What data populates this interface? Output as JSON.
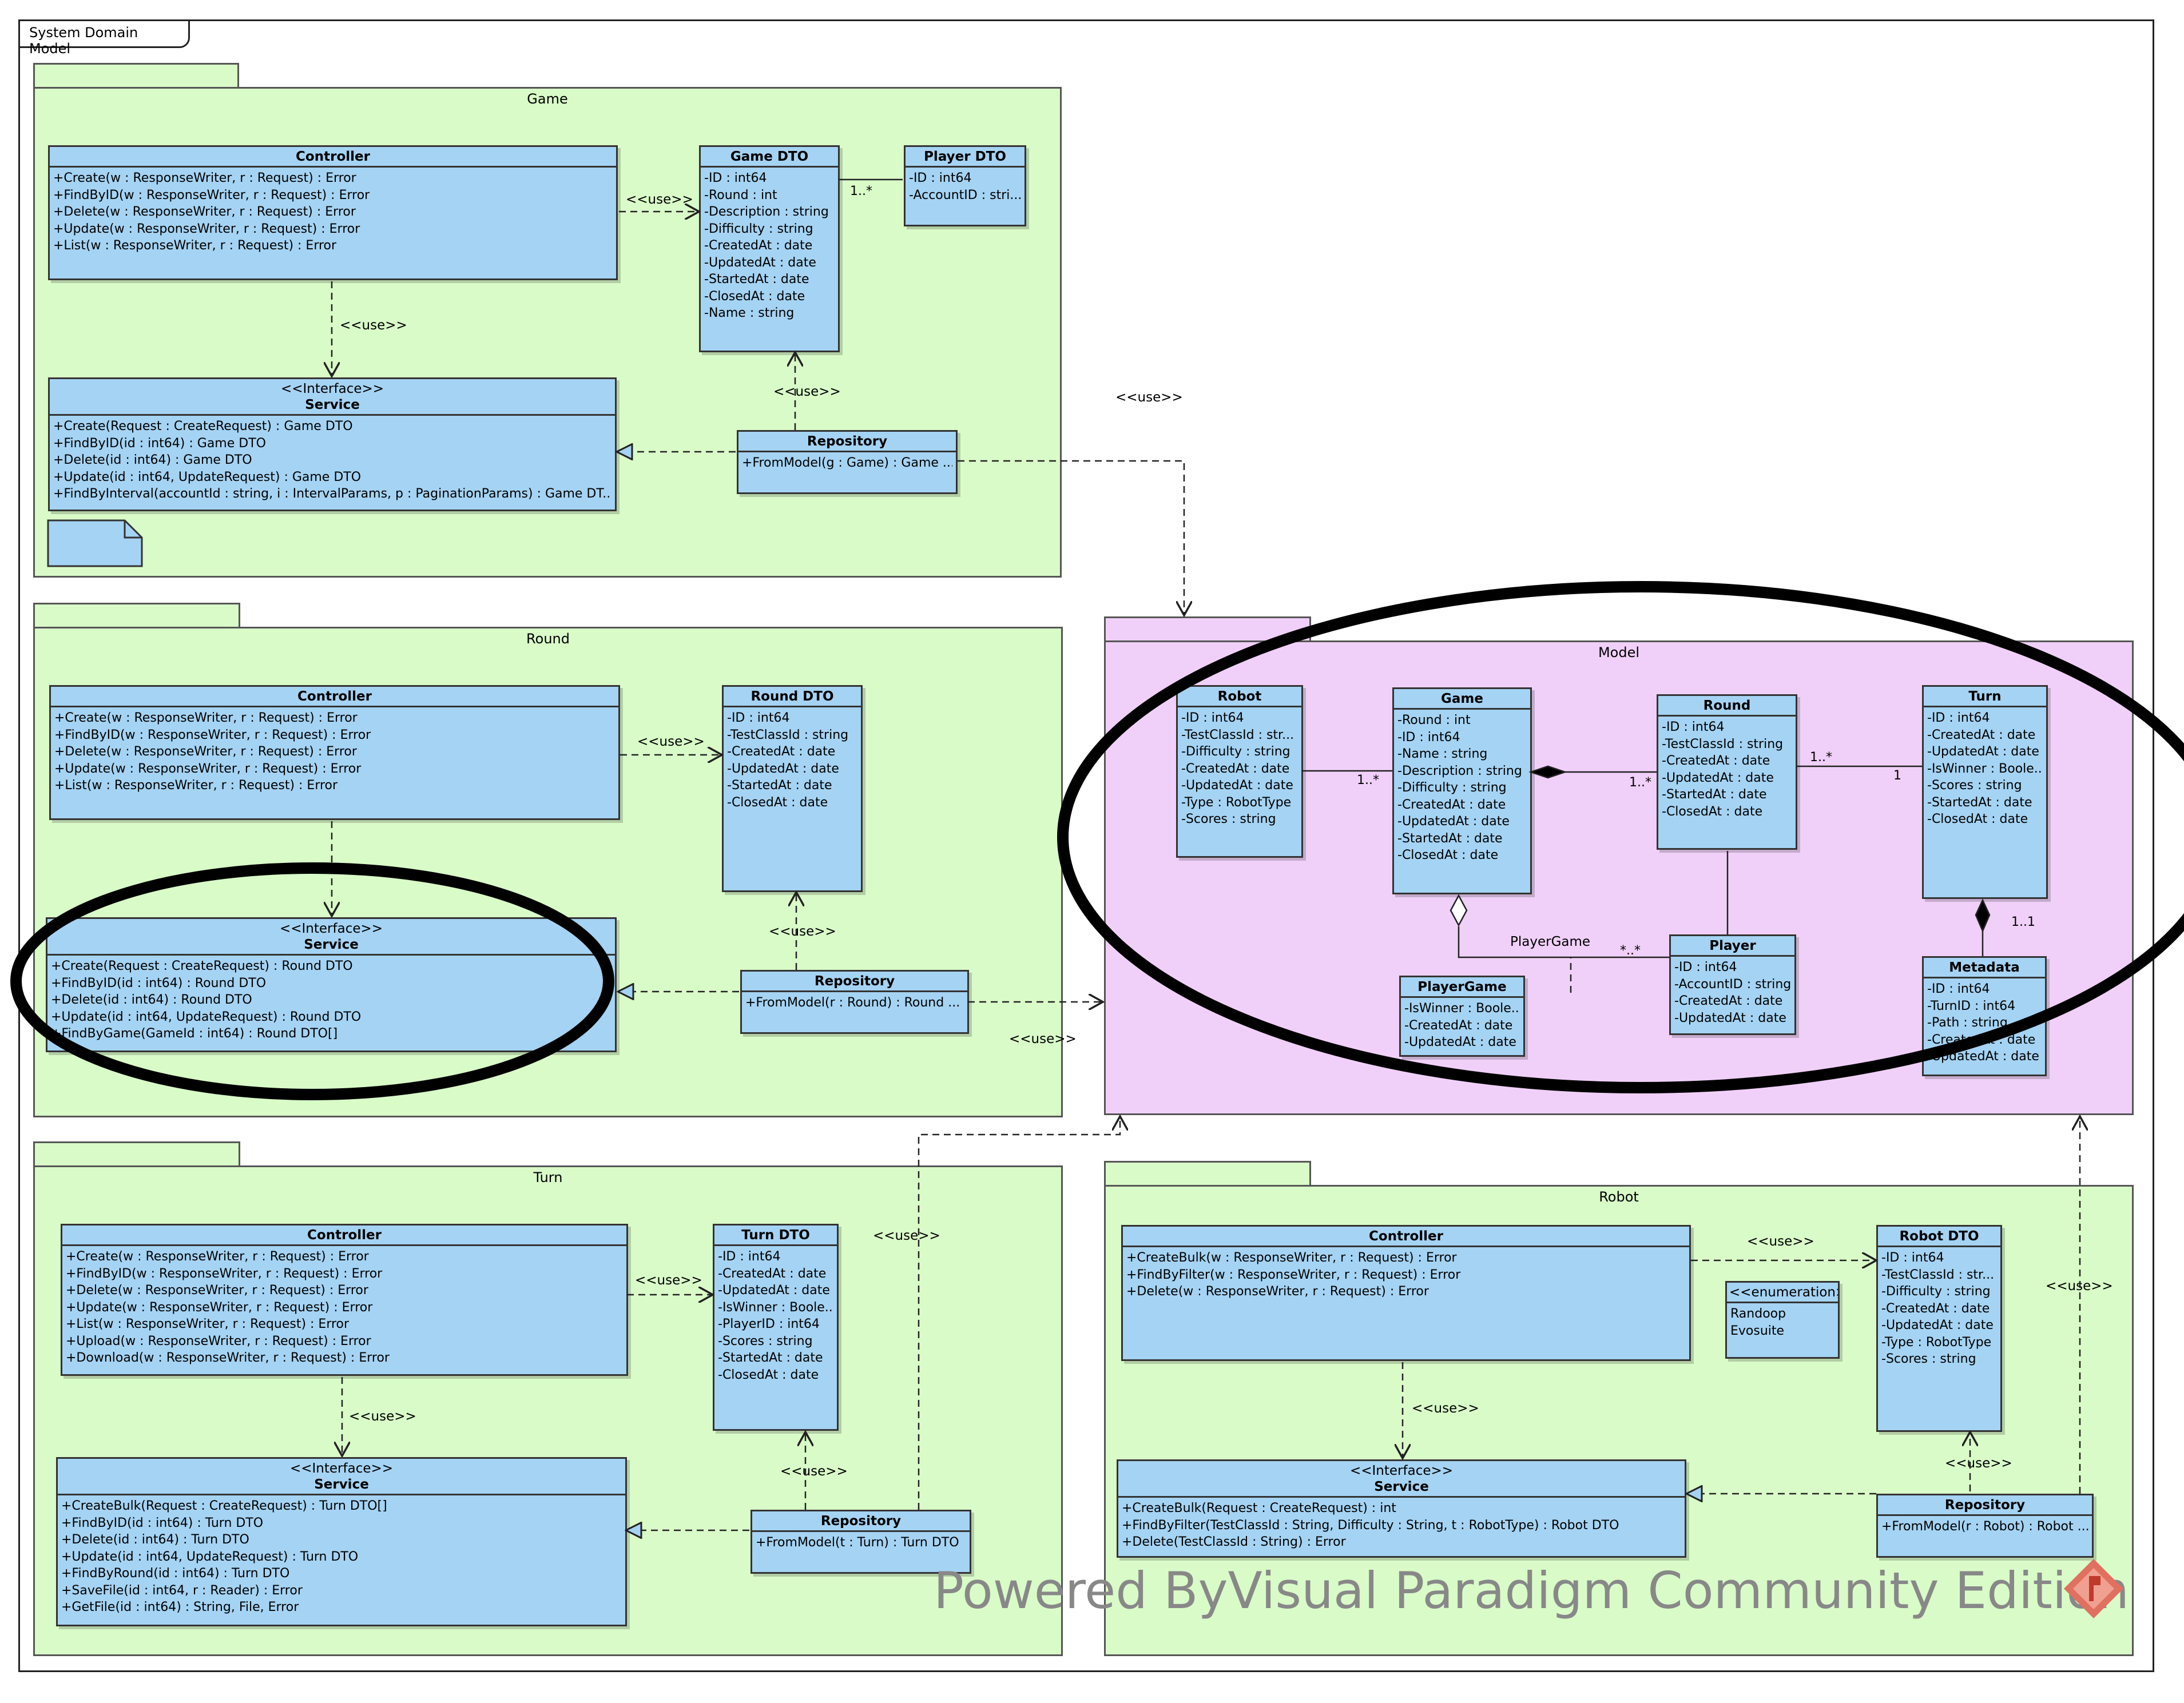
{
  "diagram": {
    "frame_title": "System Domain Model",
    "watermark": "Powered ByVisual Paradigm Community Edition",
    "colors": {
      "package_fill": "#d9fbc8",
      "model_fill": "#f0d0f8",
      "class_fill": "#a5d3f3",
      "highlight_ring": "#000000"
    },
    "packages": {
      "game": {
        "title": "Game",
        "controller": {
          "name": "Controller",
          "ops": [
            "+Create(w : ResponseWriter, r : Request) : Error",
            "+FindByID(w : ResponseWriter, r : Request) : Error",
            "+Delete(w : ResponseWriter, r : Request) : Error",
            "+Update(w : ResponseWriter, r : Request) : Error",
            "+List(w : ResponseWriter, r : Request) : Error"
          ]
        },
        "dto": {
          "name": "Game DTO",
          "attrs": [
            "-ID : int64",
            "-Round : int",
            "-Description : string",
            "-Difficulty : string",
            "-CreatedAt : date",
            "-UpdatedAt : date",
            "-StartedAt : date",
            "-ClosedAt : date",
            "-Name : string"
          ]
        },
        "player_dto": {
          "name": "Player DTO",
          "attrs": [
            "-ID : int64",
            "-AccountID : stri..."
          ]
        },
        "service": {
          "stereotype": "<<Interface>>",
          "name": "Service",
          "ops": [
            "+Create(Request : CreateRequest) : Game DTO",
            "+FindByID(id : int64) : Game DTO",
            "+Delete(id : int64) : Game DTO",
            "+Update(id : int64, UpdateRequest) : Game DTO",
            "+FindByInterval(accountId : string, i : IntervalParams, p : PaginationParams) : Game DT..."
          ]
        },
        "repository": {
          "name": "Repository",
          "ops": [
            "+FromModel(g : Game) : Game ..."
          ]
        }
      },
      "round": {
        "title": "Round",
        "controller": {
          "name": "Controller",
          "ops": [
            "+Create(w : ResponseWriter, r : Request) : Error",
            "+FindByID(w : ResponseWriter, r : Request) : Error",
            "+Delete(w : ResponseWriter, r : Request) : Error",
            "+Update(w : ResponseWriter, r : Request) : Error",
            "+List(w : ResponseWriter, r : Request) : Error"
          ]
        },
        "dto": {
          "name": "Round DTO",
          "attrs": [
            "-ID : int64",
            "-TestClassId : string",
            "-CreatedAt : date",
            "-UpdatedAt : date",
            "-StartedAt : date",
            "-ClosedAt : date"
          ]
        },
        "service": {
          "stereotype": "<<Interface>>",
          "name": "Service",
          "ops": [
            "+Create(Request : CreateRequest) : Round DTO",
            "+FindByID(id : int64) : Round DTO",
            "+Delete(id : int64) : Round DTO",
            "+Update(id : int64, UpdateRequest) : Round DTO",
            "+FindByGame(GameId : int64) : Round DTO[]"
          ]
        },
        "repository": {
          "name": "Repository",
          "ops": [
            "+FromModel(r : Round) : Round ..."
          ]
        }
      },
      "turn": {
        "title": "Turn",
        "controller": {
          "name": "Controller",
          "ops": [
            "+Create(w : ResponseWriter, r : Request) : Error",
            "+FindByID(w : ResponseWriter, r : Request) : Error",
            "+Delete(w : ResponseWriter, r : Request) : Error",
            "+Update(w : ResponseWriter, r : Request) : Error",
            "+List(w : ResponseWriter, r : Request) : Error",
            "+Upload(w : ResponseWriter, r : Request) : Error",
            "+Download(w : ResponseWriter, r : Request) : Error"
          ]
        },
        "dto": {
          "name": "Turn DTO",
          "attrs": [
            "-ID : int64",
            "-CreatedAt : date",
            "-UpdatedAt : date",
            "-IsWinner : Boole...",
            "-PlayerID : int64",
            "-Scores : string",
            "-StartedAt : date",
            "-ClosedAt : date"
          ]
        },
        "service": {
          "stereotype": "<<Interface>>",
          "name": "Service",
          "ops": [
            "+CreateBulk(Request : CreateRequest) : Turn DTO[]",
            "+FindByID(id : int64) : Turn DTO",
            "+Delete(id : int64) : Turn DTO",
            "+Update(id : int64, UpdateRequest) : Turn DTO",
            "+FindByRound(id : int64) : Turn DTO",
            "+SaveFile(id : int64, r : Reader) : Error",
            "+GetFile(id : int64) : String, File, Error"
          ]
        },
        "repository": {
          "name": "Repository",
          "ops": [
            "+FromModel(t : Turn) : Turn DTO"
          ]
        }
      },
      "robot": {
        "title": "Robot",
        "controller": {
          "name": "Controller",
          "ops": [
            "+CreateBulk(w : ResponseWriter, r : Request) : Error",
            "+FindByFilter(w : ResponseWriter, r : Request) : Error",
            "+Delete(w : ResponseWriter, r : Request) : Error"
          ]
        },
        "enumeration": {
          "stereotype": "<<enumeration>>",
          "values": [
            "Randoop",
            "Evosuite"
          ]
        },
        "dto": {
          "name": "Robot DTO",
          "attrs": [
            "-ID : int64",
            "-TestClassId : str...",
            "-Difficulty : string",
            "-CreatedAt : date",
            "-UpdatedAt : date",
            "-Type : RobotType",
            "-Scores : string"
          ]
        },
        "service": {
          "stereotype": "<<Interface>>",
          "name": "Service",
          "ops": [
            "+CreateBulk(Request : CreateRequest) : int",
            "+FindByFilter(TestClassId : String, Difficulty : String, t : RobotType) : Robot DTO",
            "+Delete(TestClassId : String) : Error"
          ]
        },
        "repository": {
          "name": "Repository",
          "ops": [
            "+FromModel(r : Robot) : Robot ..."
          ]
        }
      },
      "model": {
        "title": "Model",
        "robot": {
          "name": "Robot",
          "attrs": [
            "-ID : int64",
            "-TestClassId : str...",
            "-Difficulty : string",
            "-CreatedAt : date",
            "-UpdatedAt : date",
            "-Type : RobotType",
            "-Scores : string"
          ]
        },
        "game": {
          "name": "Game",
          "attrs": [
            "-Round : int",
            "-ID : int64",
            "-Name : string",
            "-Description : string",
            "-Difficulty : string",
            "-CreatedAt : date",
            "-UpdatedAt : date",
            "-StartedAt : date",
            "-ClosedAt : date"
          ]
        },
        "round": {
          "name": "Round",
          "attrs": [
            "-ID : int64",
            "-TestClassId : string",
            "-CreatedAt : date",
            "-UpdatedAt : date",
            "-StartedAt : date",
            "-ClosedAt : date"
          ]
        },
        "turn": {
          "name": "Turn",
          "attrs": [
            "-ID : int64",
            "-CreatedAt : date",
            "-UpdatedAt : date",
            "-IsWinner : Boole...",
            "-Scores : string",
            "-StartedAt : date",
            "-ClosedAt : date"
          ]
        },
        "playergame": {
          "name": "PlayerGame",
          "attrs": [
            "-IsWinner : Boole...",
            "-CreatedAt : date",
            "-UpdatedAt : date"
          ]
        },
        "player": {
          "name": "Player",
          "attrs": [
            "-ID : int64",
            "-AccountID : string",
            "-CreatedAt : date",
            "-UpdatedAt : date"
          ]
        },
        "metadata": {
          "name": "Metadata",
          "attrs": [
            "-ID : int64",
            "-TurnID : int64",
            "-Path : string",
            "-CreatedAt : date",
            "-UpdatedAt : date"
          ]
        }
      }
    },
    "labels": {
      "use": "<<use>>",
      "player_game": "PlayerGame"
    },
    "multiplicities": {
      "one_many": "1..*",
      "one": "1",
      "one_one": "1..1",
      "many_many": "*..*"
    }
  }
}
